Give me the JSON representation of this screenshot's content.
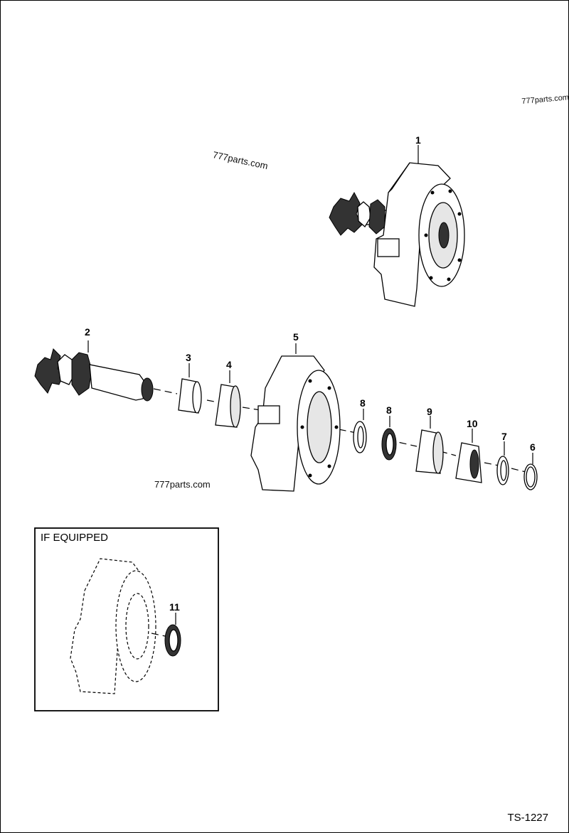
{
  "watermarks": [
    "777parts.com",
    "777parts.com",
    "777parts.com"
  ],
  "callouts": {
    "item_1": "1",
    "item_2": "2",
    "item_3": "3",
    "item_4": "4",
    "item_5": "5",
    "item_6": "6",
    "item_7": "7",
    "item_8a": "8",
    "item_8b": "8",
    "item_9": "9",
    "item_10": "10",
    "item_11": "11"
  },
  "inset": {
    "title": "IF EQUIPPED"
  },
  "drawing_id": "TS-1227"
}
